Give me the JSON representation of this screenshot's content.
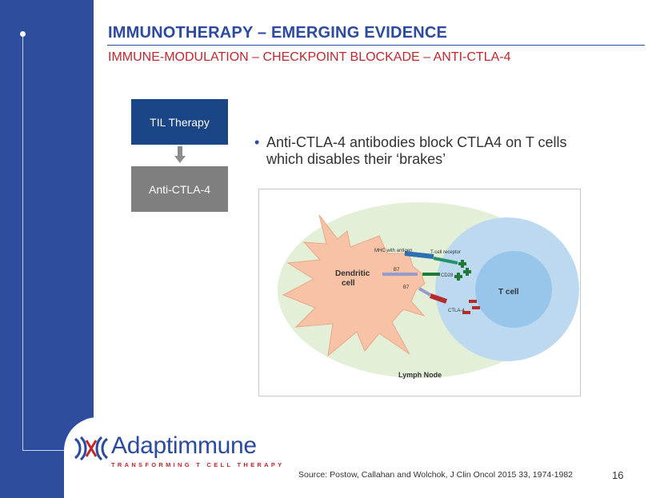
{
  "slide": {
    "title": "IMMUNOTHERAPY – EMERGING EVIDENCE",
    "subtitle": "IMMUNE-MODULATION – CHECKPOINT BLOCKADE – ANTI-CTLA-4",
    "flow": {
      "top_box": "TIL Therapy",
      "bottom_box": "Anti-CTLA-4"
    },
    "bullet": "Anti-CTLA-4 antibodies block CTLA4 on T cells which disables their ‘brakes’",
    "figure": {
      "dendritic_cell_line1": "Dendritic",
      "dendritic_cell_line2": "cell",
      "t_cell": "T cell",
      "mhc_label": "MHC with antigen",
      "tcr_label": "T-cell receptor",
      "b7_label_1": "B7",
      "b7_label_2": "B7",
      "cd28_label": "CD28",
      "ctla4_label": "CTLA-4",
      "lymph_node": "Lymph Node"
    },
    "source": "Source: Postow, Callahan and Wolchok, J Clin Oncol 2015 33, 1974-1982",
    "page_number": "16"
  },
  "brand": {
    "name": "Adaptimmune",
    "tagline": "TRANSFORMING T CELL THERAPY",
    "primary_color": "#2b4aa0",
    "accent_color": "#c0282e"
  }
}
